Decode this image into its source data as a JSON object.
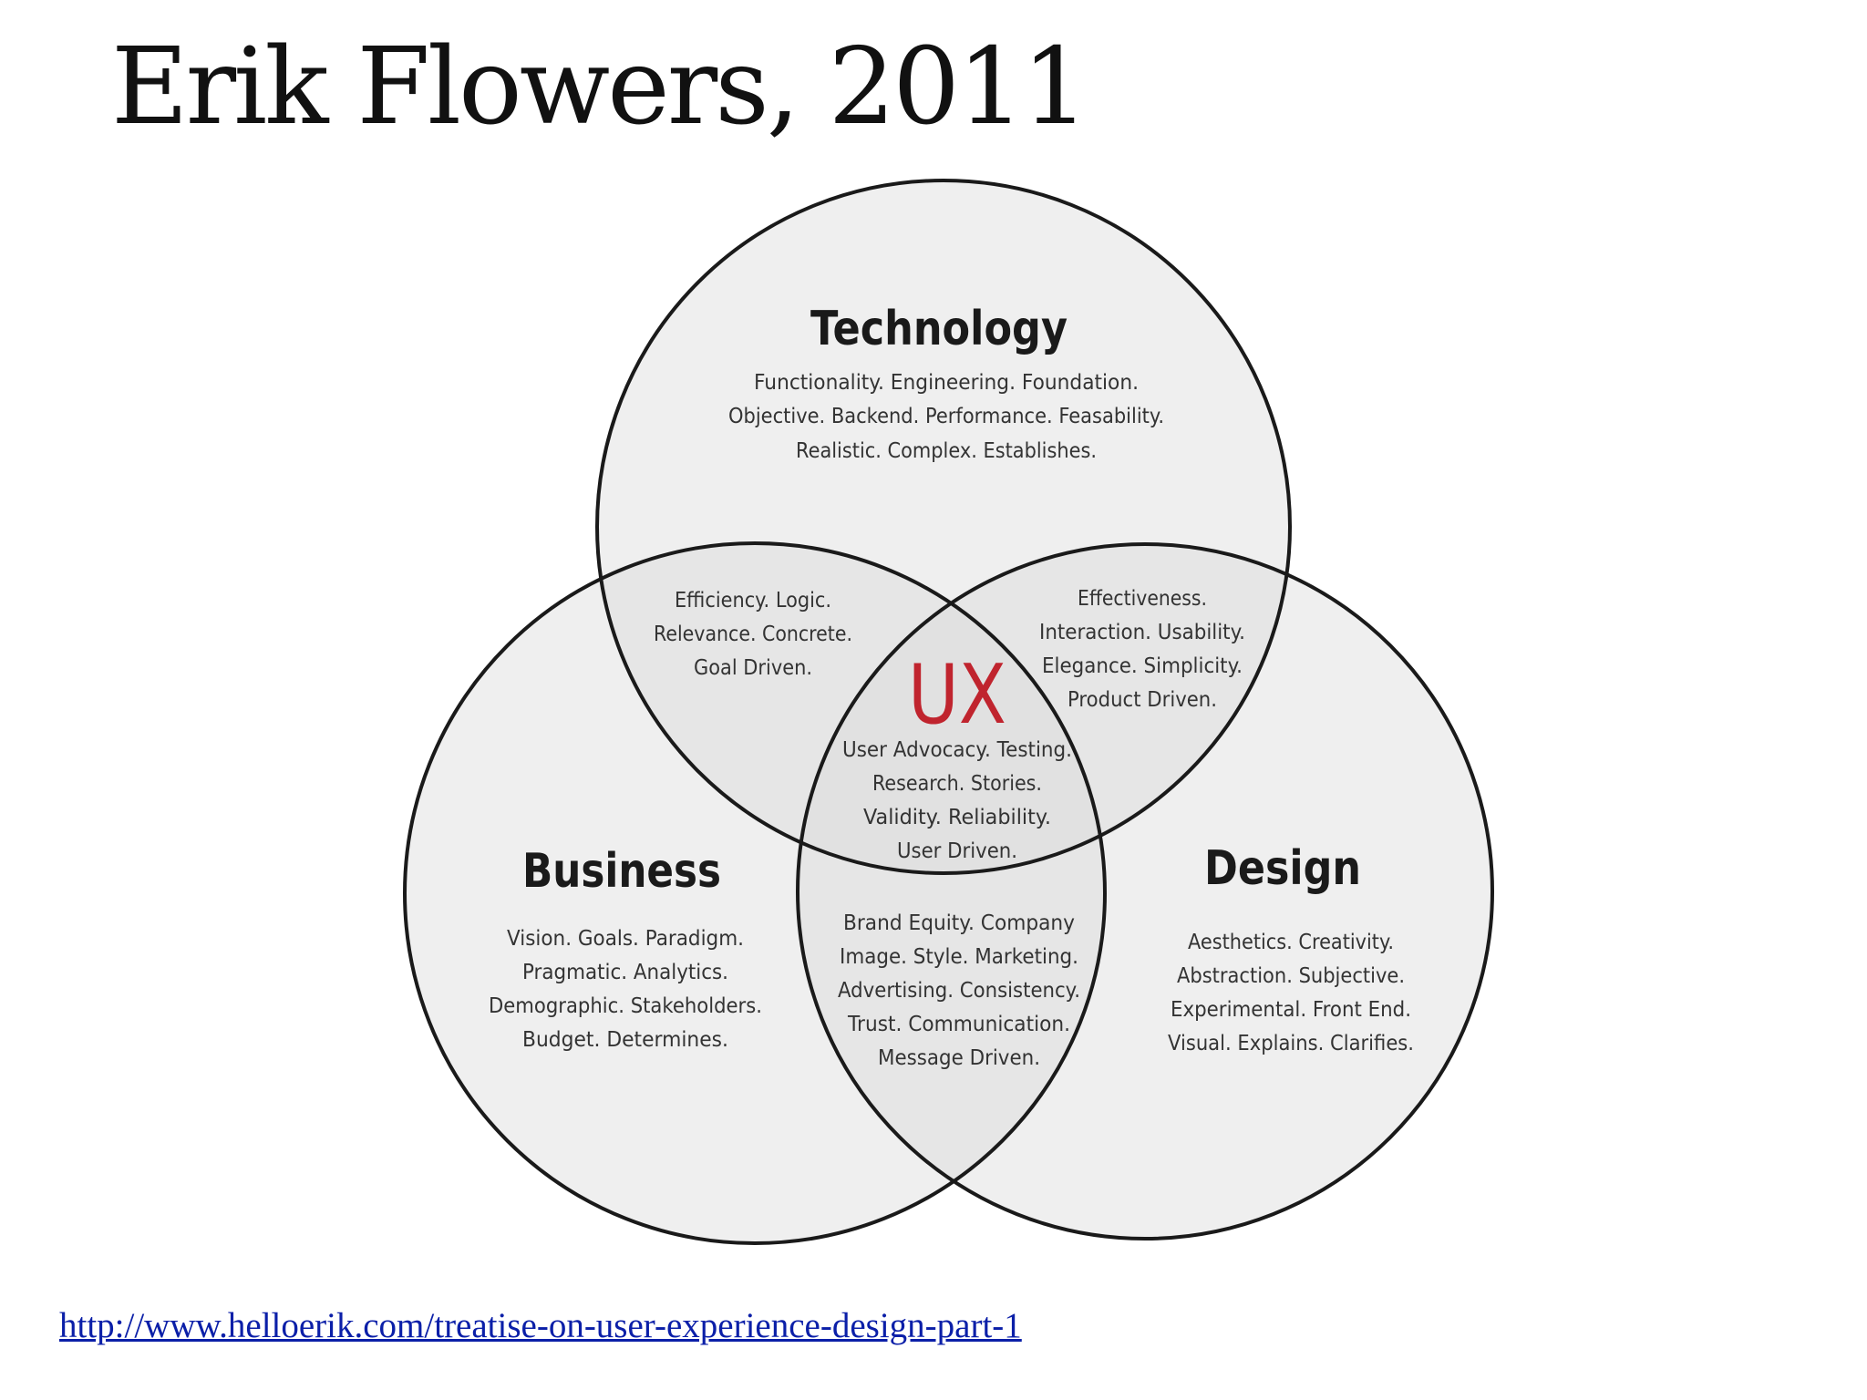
{
  "title": "Erik Flowers, 2011",
  "diagram": {
    "type": "venn",
    "sets": {
      "technology": {
        "label": "Technology",
        "lines": [
          "Functionality. Engineering. Foundation.",
          "Objective. Backend. Performance. Feasability.",
          "Realistic. Complex. Establishes."
        ]
      },
      "business": {
        "label": "Business",
        "lines": [
          "Vision. Goals. Paradigm.",
          "Pragmatic.  Analytics.",
          "Demographic. Stakeholders.",
          "Budget.  Determines."
        ]
      },
      "design": {
        "label": "Design",
        "lines": [
          "Aesthetics. Creativity.",
          "Abstraction. Subjective.",
          "Experimental. Front End.",
          "Visual. Explains. Clarifies."
        ]
      }
    },
    "intersections": {
      "technology_business": {
        "lines": [
          "Efficiency. Logic.",
          "Relevance. Concrete.",
          "Goal Driven."
        ]
      },
      "technology_design": {
        "lines": [
          "Effectiveness.",
          "Interaction. Usability.",
          "Elegance. Simplicity.",
          "Product Driven."
        ]
      },
      "business_design": {
        "lines": [
          "Brand Equity. Company",
          "Image. Style. Marketing.",
          "Advertising. Consistency.",
          "Trust. Communication.",
          "Message Driven."
        ]
      },
      "center": {
        "label": "UX",
        "label_color": "#c0242e",
        "lines": [
          "User Advocacy. Testing.",
          "Research. Stories.",
          "Validity. Reliability.",
          "User Driven."
        ]
      }
    }
  },
  "source_link": "http://www.helloerik.com/treatise-on-user-experience-design-part-1"
}
